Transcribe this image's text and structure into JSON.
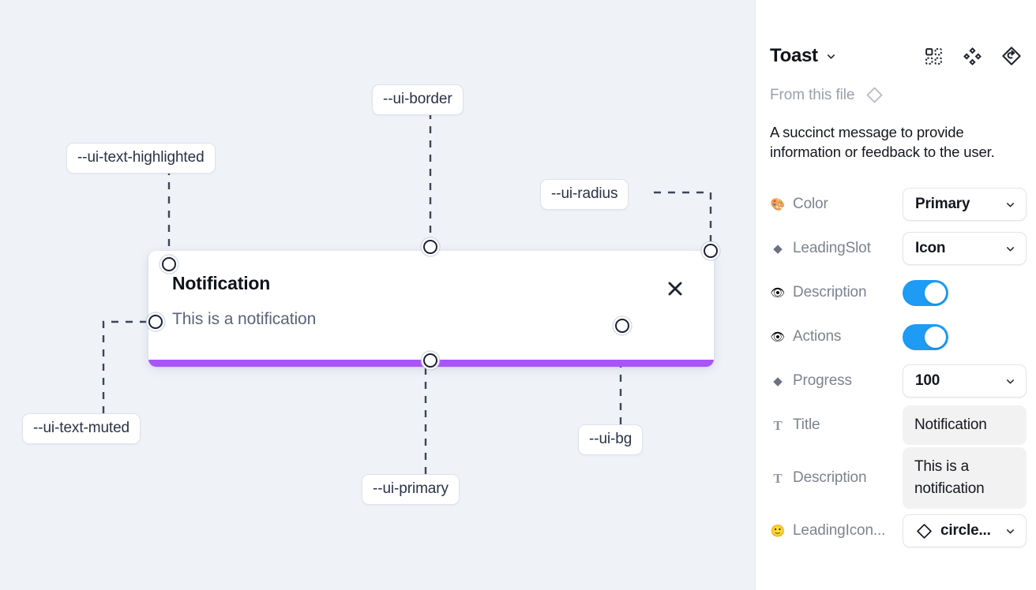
{
  "canvas": {
    "toast": {
      "title": "Notification",
      "description": "This is a notification",
      "close_icon": "close-icon",
      "progress_color": "#a855f7",
      "background": "#ffffff"
    },
    "background_color": "#eff2f7",
    "annotations": [
      {
        "id": "ui-text-highlighted",
        "label": "--ui-text-highlighted"
      },
      {
        "id": "ui-border",
        "label": "--ui-border"
      },
      {
        "id": "ui-radius",
        "label": "--ui-radius"
      },
      {
        "id": "ui-text-muted",
        "label": "--ui-text-muted"
      },
      {
        "id": "ui-primary",
        "label": "--ui-primary"
      },
      {
        "id": "ui-bg",
        "label": "--ui-bg"
      }
    ]
  },
  "panel": {
    "title": "Toast",
    "title_chevron_icon": "chevron-down-icon",
    "header_icons": [
      {
        "name": "component-grid-icon"
      },
      {
        "name": "variants-diamond-icon"
      },
      {
        "name": "reset-instance-icon"
      }
    ],
    "from_file": {
      "label": "From this file",
      "icon": "diamond-icon"
    },
    "description": "A succinct message to provide information or feedback to the user.",
    "properties": [
      {
        "name": "color",
        "icon": "palette-emoji",
        "icon_glyph": "🎨",
        "icon_kind": "emoji",
        "label": "Color",
        "control": "select",
        "value": "Primary"
      },
      {
        "name": "leading-slot",
        "icon": "diamond-icon",
        "icon_glyph": "◆",
        "icon_kind": "diamond",
        "label": "LeadingSlot",
        "control": "select",
        "value": "Icon"
      },
      {
        "name": "description",
        "icon": "eye-emoji",
        "icon_glyph": "👁",
        "icon_kind": "emoji",
        "label": "Description",
        "control": "toggle",
        "value": "on"
      },
      {
        "name": "actions",
        "icon": "eye-emoji",
        "icon_glyph": "👁",
        "icon_kind": "emoji",
        "label": "Actions",
        "control": "toggle",
        "value": "on"
      },
      {
        "name": "progress",
        "icon": "diamond-icon",
        "icon_glyph": "◆",
        "icon_kind": "diamond",
        "label": "Progress",
        "control": "select",
        "value": "100"
      },
      {
        "name": "title",
        "icon": "text-type-icon",
        "icon_glyph": "T",
        "icon_kind": "tletter",
        "label": "Title",
        "control": "textfield",
        "value": "Notification"
      },
      {
        "name": "description-text",
        "icon": "text-type-icon",
        "icon_glyph": "T",
        "icon_kind": "tletter",
        "label": "Description",
        "control": "textfield",
        "value": "This is a notification"
      },
      {
        "name": "leading-icon",
        "icon": "smiley-emoji",
        "icon_glyph": "🙂",
        "icon_kind": "emoji",
        "label": "LeadingIcon...",
        "control": "select-icon",
        "value": "circle...",
        "leading_icon": "diamond-icon"
      }
    ],
    "colors": {
      "toggle_on": "#1d9bf5",
      "field_bg": "#f2f2f3",
      "label": "#7d838f"
    }
  }
}
